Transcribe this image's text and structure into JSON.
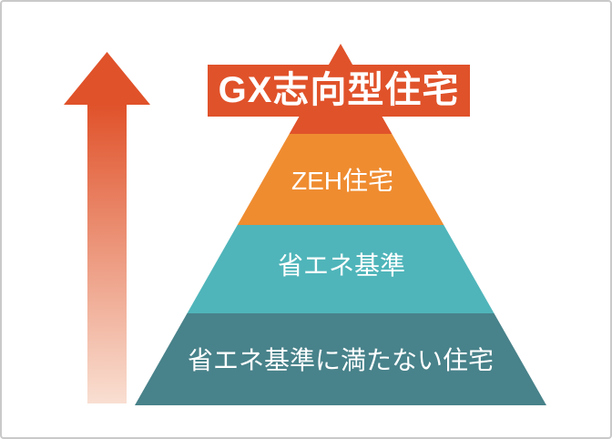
{
  "frame": {
    "background": "#FFFFFF",
    "border_color": "#C9C9C9"
  },
  "arrow": {
    "name": "upward-gradient-arrow",
    "direction": "up",
    "color_top": "#E0522A",
    "color_bottom": "#F9DFD2"
  },
  "pyramid": {
    "type": "pyramid-diagram",
    "levels": [
      {
        "rank": 1,
        "label": "GX志向型住宅",
        "fill": "#E0522A",
        "style": "banner",
        "text_color": "#FFFFFF"
      },
      {
        "rank": 2,
        "label": "ZEH住宅",
        "fill": "#EF8C30",
        "text_color": "#FFFFFF"
      },
      {
        "rank": 3,
        "label": "省エネ基準",
        "fill": "#4FB5BA",
        "text_color": "#FFFFFF"
      },
      {
        "rank": 4,
        "label": "省エネ基準に満たない住宅",
        "fill": "#48828A",
        "text_color": "#FFFFFF"
      }
    ]
  }
}
